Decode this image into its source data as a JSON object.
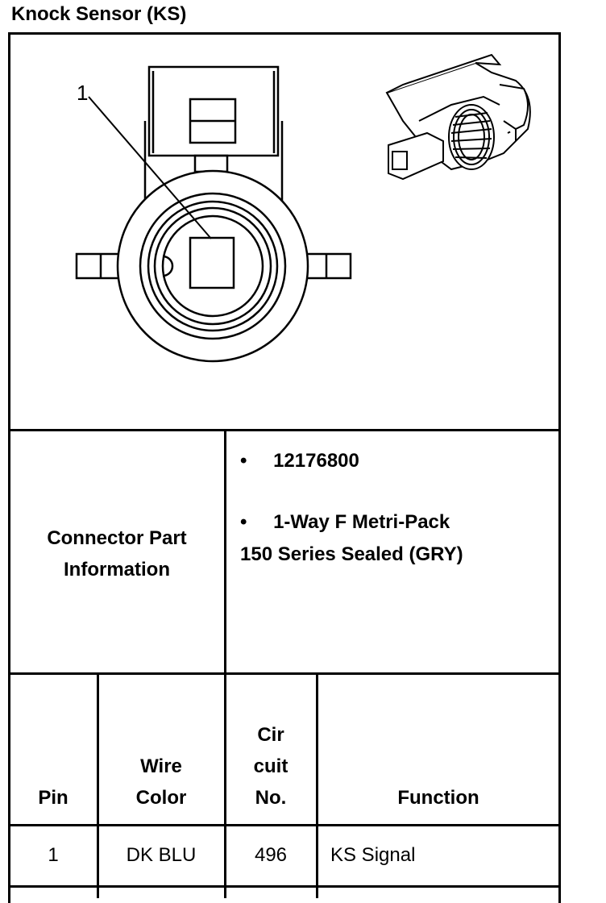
{
  "title": "Knock Sensor (KS)",
  "diagram": {
    "callout_label": "1"
  },
  "connector_info": {
    "label_line1": "Connector Part",
    "label_line2": "Information",
    "bullets": [
      {
        "bullet": "•",
        "text": "12176800"
      },
      {
        "bullet": "•",
        "text": "1-Way F Metri-Pack"
      }
    ],
    "continuation": "150 Series Sealed (GRY)"
  },
  "pin_table": {
    "headers": {
      "pin": "Pin",
      "wire_color_line1": "Wire",
      "wire_color_line2": "Color",
      "circuit_line1": "Cir",
      "circuit_line2": "cuit",
      "circuit_line3": "No.",
      "function": "Function"
    },
    "rows": [
      {
        "pin": "1",
        "wire_color": "DK BLU",
        "circuit": "496",
        "function": "KS Signal"
      }
    ]
  }
}
